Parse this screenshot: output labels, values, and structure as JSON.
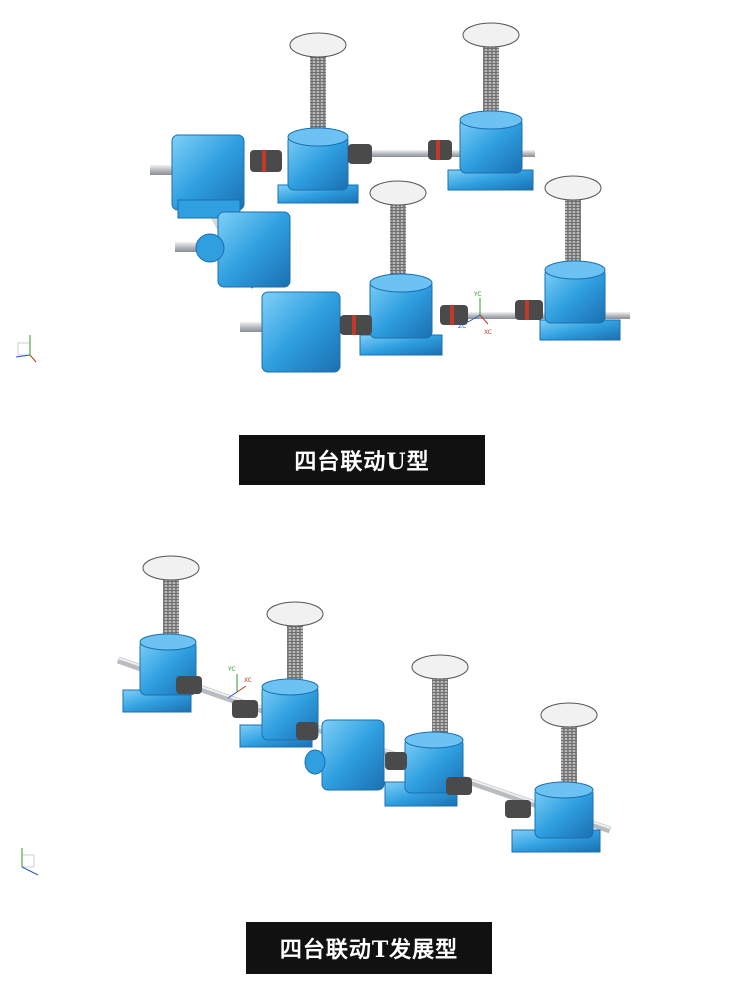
{
  "diagrams": [
    {
      "caption": "四台联动U型"
    },
    {
      "caption": "四台联动T发展型"
    }
  ],
  "colors": {
    "housing": "#2f9fe0",
    "housing_dark": "#1b6fb0",
    "housing_light": "#6cc3f3",
    "coupling": "#4a4a4a",
    "coupling_ring": "#c0392b",
    "shaft": "#c9ccd0",
    "screw": "#9a9a9a",
    "plate": "#efefef",
    "caption_bg": "#111111",
    "caption_text": "#ffffff"
  },
  "axis_labels": {
    "y": "YC",
    "x": "XC",
    "z": "ZC"
  }
}
